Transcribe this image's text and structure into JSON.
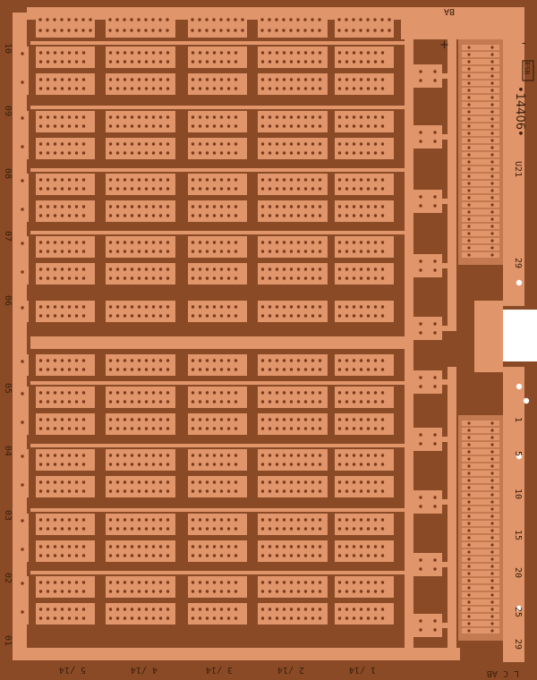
{
  "board": {
    "substrate_color": "#8a4a26",
    "copper_color": "#e0956a",
    "hole_color": "#7a3a1c",
    "silkscreen_color": "#3a1e0c"
  },
  "markings": {
    "top_right": "BA",
    "plus_sign": "+",
    "minus_sign": "-",
    "part_number": "•14406•",
    "logo_text": "ESB",
    "board_code": "U21",
    "bottom_right_letters": "L  C  AB",
    "left_labels": [
      "10",
      "09",
      "08",
      "07",
      "06",
      "05",
      "04",
      "03",
      "02",
      "01"
    ],
    "right_top_number": "29",
    "right_bottom_numbers": [
      "1",
      "5",
      "10",
      "15",
      "20",
      "25",
      "29"
    ],
    "bottom_labels": [
      "5 /14",
      "4 /14",
      "3 /14",
      "2 /14",
      "1 /14"
    ]
  }
}
